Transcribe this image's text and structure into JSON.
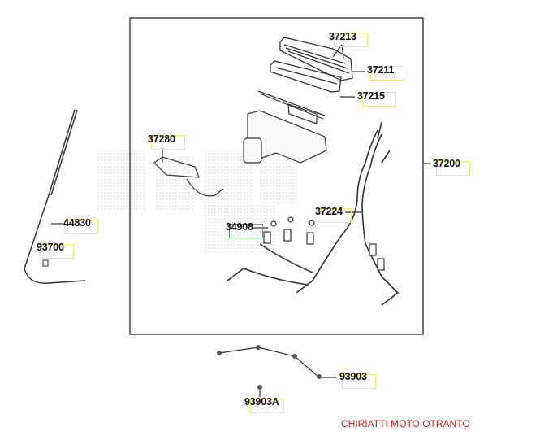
{
  "diagram": {
    "part_labels": [
      {
        "id": "37213",
        "text": "37213"
      },
      {
        "id": "37211",
        "text": "37211"
      },
      {
        "id": "37215",
        "text": "37215"
      },
      {
        "id": "37280",
        "text": "37280"
      },
      {
        "id": "37200",
        "text": "37200"
      },
      {
        "id": "37224",
        "text": "37224"
      },
      {
        "id": "34908",
        "text": "34908"
      },
      {
        "id": "44830",
        "text": "44830"
      },
      {
        "id": "93700",
        "text": "93700"
      },
      {
        "id": "93903",
        "text": "93903"
      },
      {
        "id": "93903A",
        "text": "93903A"
      }
    ],
    "credit": "CHIRIATTI MOTO OTRANTO",
    "colors": {
      "highlight_box": "#f4ea7a",
      "highlight_box_alt": "#5cb85c",
      "credit": "#d4222a"
    }
  }
}
